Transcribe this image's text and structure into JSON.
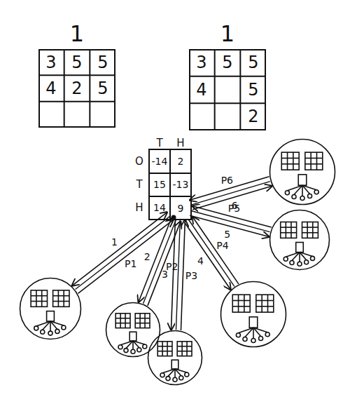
{
  "diagram": {
    "nodes": [
      {
        "text": [
          "1"
        ]
      },
      {
        "text": [
          "1"
        ]
      },
      {
        "text": [
          "9"
        ]
      },
      {
        "text": []
      },
      {
        "text": []
      },
      {
        "text": []
      },
      {
        "text": []
      },
      {
        "text": []
      },
      {
        "text": []
      }
    ],
    "edges": [
      {
        "from": 2,
        "to": 3,
        "arrow": "none"
      },
      {
        "from": 2,
        "to": 3,
        "label": "1",
        "arrow": "both"
      },
      {
        "from": 3,
        "to": 2,
        "label": "P1",
        "arrow": "to"
      },
      {
        "from": 2,
        "to": 4,
        "arrow": "none"
      },
      {
        "from": 2,
        "to": 4,
        "label": "2",
        "arrow": "to"
      },
      {
        "from": 4,
        "to": 2,
        "label": "P2",
        "arrow": "to"
      },
      {
        "from": 2,
        "to": 5,
        "arrow": "none"
      },
      {
        "from": 2,
        "to": 5,
        "label": "3",
        "arrow": "to"
      },
      {
        "from": 5,
        "to": 2,
        "label": "P3",
        "arrow": "to"
      },
      {
        "from": 2,
        "to": 6,
        "arrow": "none"
      },
      {
        "from": 2,
        "to": 6,
        "label": "4",
        "arrow": "to"
      },
      {
        "from": 6,
        "to": 2,
        "label": "P4",
        "arrow": "to"
      },
      {
        "from": 2,
        "to": 7,
        "arrow": "none"
      },
      {
        "from": 2,
        "to": 7,
        "label": "5",
        "arrow": "to"
      },
      {
        "from": 7,
        "to": 2,
        "label": "P5",
        "arrow": "to"
      },
      {
        "from": 2,
        "to": 8,
        "arrow": "none"
      },
      {
        "from": 2,
        "to": 8,
        "label": "6",
        "arrow": "to"
      },
      {
        "from": 8,
        "to": 2,
        "label": "P6",
        "arrow": "to"
      }
    ],
    "labels": [
      "3",
      "5",
      "5",
      "4",
      "2",
      "5",
      "3",
      "5",
      "5",
      "4",
      "5",
      "2",
      "T",
      "H",
      "O",
      "T",
      "H",
      "-14",
      "2",
      "15",
      "-13",
      "14"
    ]
  }
}
